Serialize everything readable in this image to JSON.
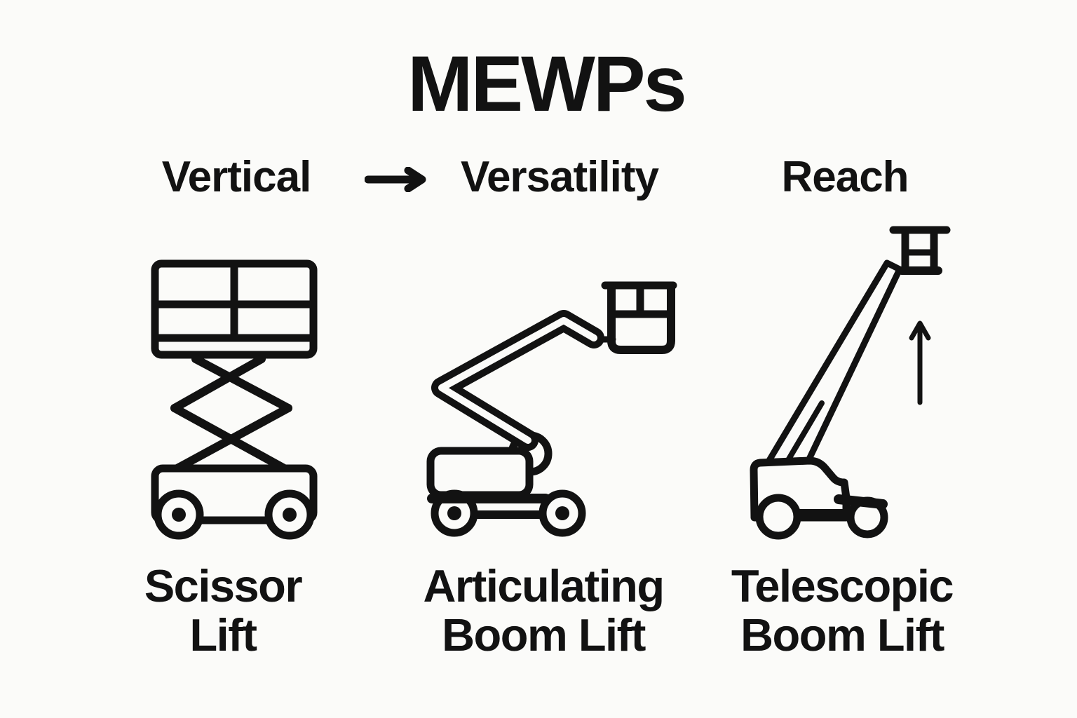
{
  "title": "MEWPs",
  "colors": {
    "background": "#fbfbf9",
    "ink": "#121212"
  },
  "axis_labels": {
    "left": "Vertical",
    "middle": "Versatility",
    "right": "Reach",
    "arrow_icon": "right-arrow-icon",
    "arrow_symbol": "→"
  },
  "machines": [
    {
      "id": "scissor-lift",
      "icon": "scissor-lift-icon",
      "label_lines": [
        "Scissor",
        "Lift"
      ]
    },
    {
      "id": "articulating-boom-lift",
      "icon": "articulating-boom-lift-icon",
      "label_lines": [
        "Articulating",
        "Boom Lift"
      ]
    },
    {
      "id": "telescopic-boom-lift",
      "icon": "telescopic-boom-lift-icon",
      "label_lines": [
        "Telescopic",
        "Boom Lift"
      ]
    }
  ]
}
